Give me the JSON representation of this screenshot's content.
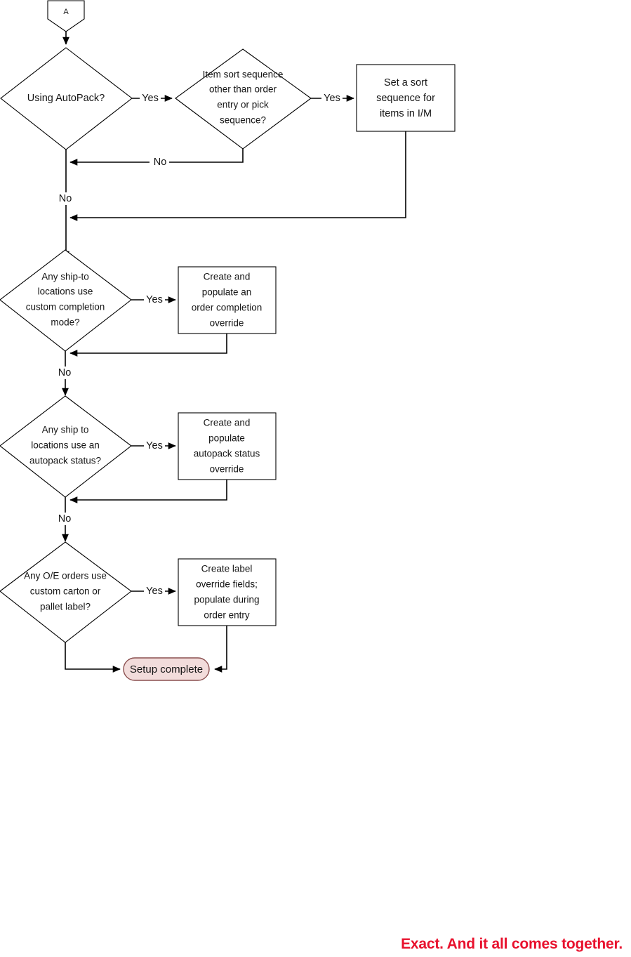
{
  "diagram": {
    "type": "flowchart",
    "title": "AutoPack setup flowchart (continued from connector A)",
    "entry_connector": {
      "label": "A",
      "shape": "off-page-connector-pentagon"
    },
    "nodes": [
      {
        "id": "d1",
        "shape": "decision",
        "lines": [
          "Using AutoPack?"
        ]
      },
      {
        "id": "d2",
        "shape": "decision",
        "lines": [
          "Item sort sequence",
          "other than order",
          "entry or pick",
          "sequence?"
        ]
      },
      {
        "id": "p1",
        "shape": "process",
        "lines": [
          "Set a sort",
          "sequence for",
          "items in I/M"
        ]
      },
      {
        "id": "d3",
        "shape": "decision",
        "lines": [
          "Any ship-to",
          "locations use",
          "custom completion",
          "mode?"
        ]
      },
      {
        "id": "p2",
        "shape": "process",
        "lines": [
          "Create and",
          "populate an",
          "order completion",
          "override"
        ]
      },
      {
        "id": "d4",
        "shape": "decision",
        "lines": [
          "Any ship to",
          "locations use an",
          "autopack status?"
        ]
      },
      {
        "id": "p3",
        "shape": "process",
        "lines": [
          "Create and",
          "populate",
          "autopack status",
          "override"
        ]
      },
      {
        "id": "d5",
        "shape": "decision",
        "lines": [
          "Any O/E orders use",
          "custom carton or",
          "pallet label?"
        ]
      },
      {
        "id": "p4",
        "shape": "process",
        "lines": [
          "Create label",
          "override fields;",
          "populate during",
          "order entry"
        ]
      },
      {
        "id": "end",
        "shape": "terminator",
        "lines": [
          "Setup complete"
        ]
      }
    ],
    "edge_labels": {
      "d1_yes": "Yes",
      "d1_no": "No",
      "d2_yes": "Yes",
      "d2_no": "No",
      "d3_yes": "Yes",
      "d3_no": "No",
      "d4_yes": "Yes",
      "d4_no": "No",
      "d5_yes": "Yes"
    },
    "colors": {
      "shape_stroke": "#000000",
      "shape_fill": "#FFFFFF",
      "terminator_fill": "#F2DCDB",
      "terminator_stroke": "#8A4F4F",
      "connector_stroke": "#000000",
      "tagline": "#E8112D"
    }
  },
  "footer": {
    "tagline": "Exact. And it all comes together."
  }
}
